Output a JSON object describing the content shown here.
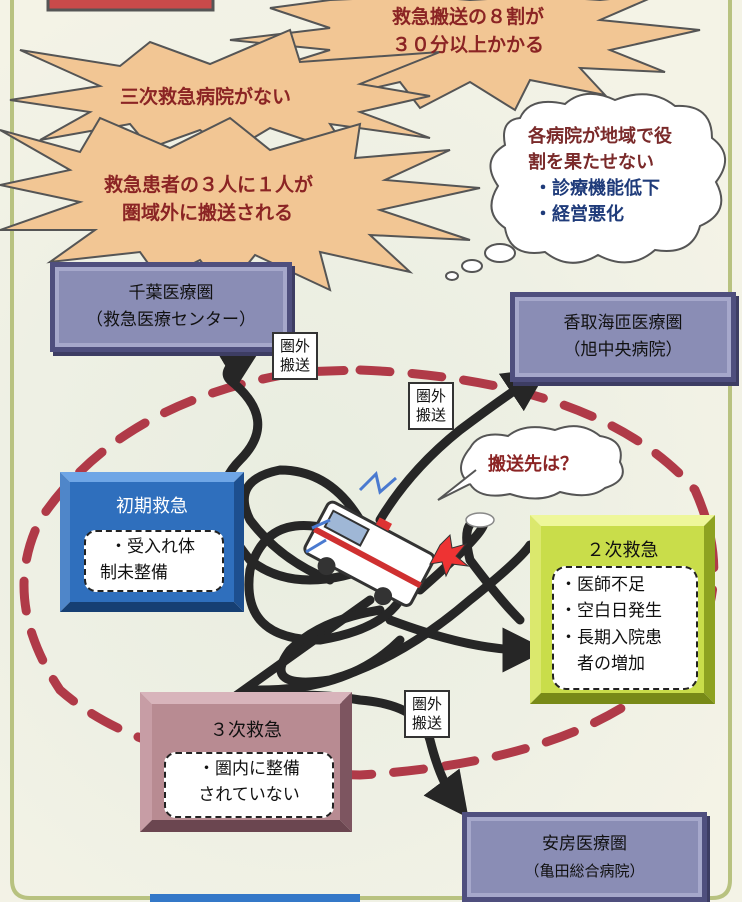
{
  "bursts": {
    "top_right": [
      "救急搬送の８割が",
      "３０分以上かかる"
    ],
    "middle": "三次救急病院がない",
    "lower": [
      "救急患者の３人に１人が",
      "圏域外に搬送される"
    ]
  },
  "thought_cloud": {
    "title": [
      "各病院が地域で役",
      "割を果たせない"
    ],
    "items": [
      "・診療機能低下",
      "・経営悪化"
    ]
  },
  "regions": {
    "chiba": {
      "name": "千葉医療圏",
      "sub": "（救急医療センター）"
    },
    "katori": {
      "name": "香取海匝医療圏",
      "sub": "（旭中央病院）"
    },
    "awa": {
      "name": "安房医療圏",
      "sub": "（亀田総合病院）"
    }
  },
  "transfer_labels": [
    [
      "圏外",
      "搬送"
    ],
    [
      "圏外",
      "搬送"
    ],
    [
      "圏外",
      "搬送"
    ]
  ],
  "destination_cloud": "搬送先は？",
  "primary": {
    "title": "初期救急",
    "body": [
      "・受入れ体",
      "制未整備"
    ]
  },
  "secondary": {
    "title": "２次救急",
    "body": [
      "・医師不足",
      "・空白日発生",
      "・長期入院患",
      "　者の増加"
    ]
  },
  "tertiary": {
    "title": "３次救急",
    "body": [
      "・圏内に整備",
      "されていない"
    ]
  },
  "colors": {
    "burst_fill": "#f2c694",
    "burst_text": "#8b2424",
    "dash_ring": "#b03a48",
    "arrow": "#262626",
    "primary": "#2f6fbd",
    "secondary": "#c9dd4a",
    "tertiary": "#b88b92",
    "region": "#8a8db5"
  }
}
